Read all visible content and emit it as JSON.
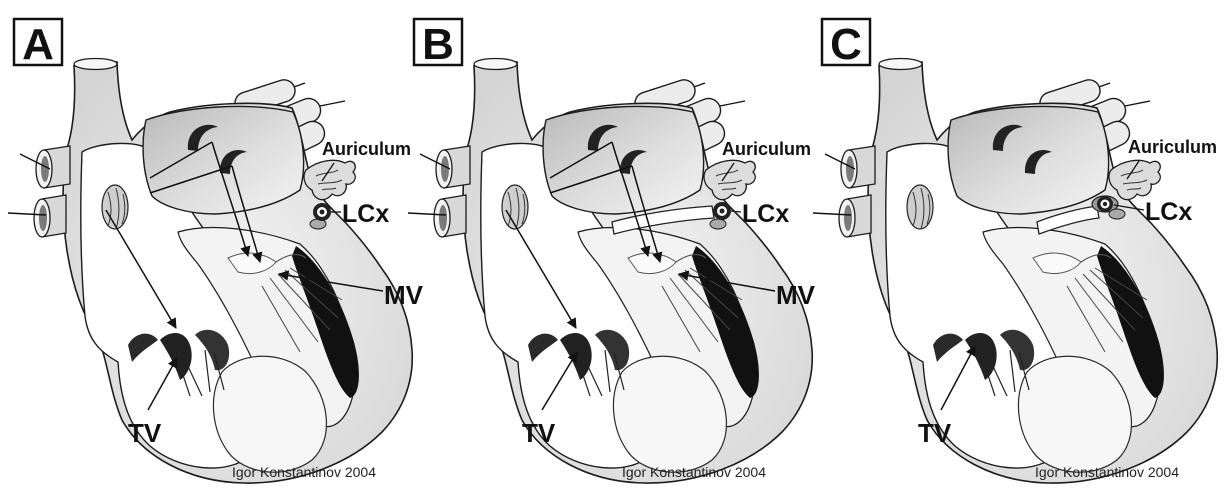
{
  "panels": [
    {
      "letter": "A",
      "auriculum": "Auriculum",
      "lcx": "LCx",
      "mv": "MV",
      "tv": "TV",
      "credit": "Igor Konstantinov 2004"
    },
    {
      "letter": "B",
      "auriculum": "Auriculum",
      "lcx": "LCx",
      "mv": "MV",
      "tv": "TV",
      "credit": "Igor Konstantinov 2004"
    },
    {
      "letter": "C",
      "auriculum": "Auriculum",
      "lcx": "LCx",
      "tv": "TV",
      "credit": "Igor Konstantinov 2004"
    }
  ]
}
